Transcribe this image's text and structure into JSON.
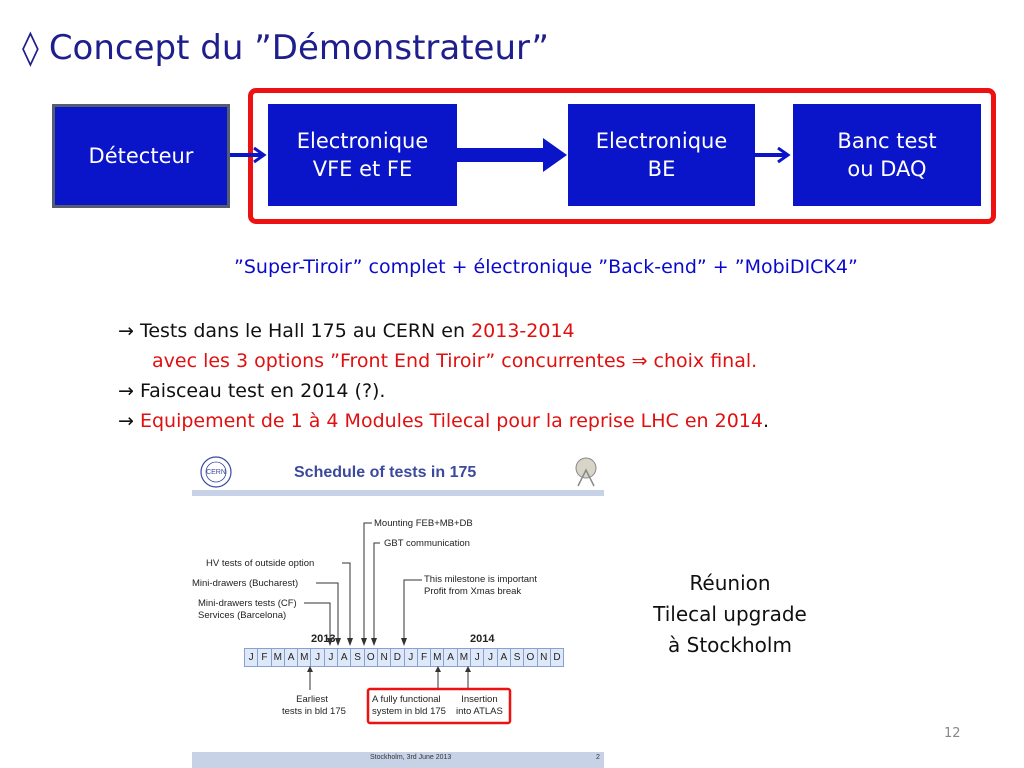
{
  "title": {
    "symbol": "◊",
    "text": "Concept du ”Démonstrateur”"
  },
  "boxes": {
    "detecteur": "Détecteur",
    "vfe_line1": "Electronique",
    "vfe_line2": "VFE et FE",
    "be_line1": "Electronique",
    "be_line2": "BE",
    "daq_line1": "Banc test",
    "daq_line2": "ou DAQ"
  },
  "caption": "”Super-Tiroir” complet + électronique ”Back-end”  + ”MobiDICK4”",
  "bullets": {
    "arrow": "→",
    "b1_text": "Tests dans le Hall 175 au CERN en ",
    "b1_red": "2013-2014",
    "b1_sub": "avec les 3 options ”Front End Tiroir” concurrentes ⇒ choix final.",
    "b2_text": "Faisceau test en 2014 (?).",
    "b3_red": "Equipement de 1 à 4 Modules Tilecal pour la reprise LHC en 2014",
    "b3_end": "."
  },
  "reunion": {
    "line1": "Réunion",
    "line2": "Tilecal upgrade",
    "line3": "à Stockholm"
  },
  "page_number": "12",
  "schedule": {
    "logo": "CERN",
    "title": "Schedule of tests in 175",
    "labels": {
      "mounting": "Mounting FEB+MB+DB",
      "gbt": "GBT communication",
      "hv": "HV tests of outside option",
      "mini_buch": "Mini-drawers (Bucharest)",
      "mini_cf": "Mini-drawers tests (CF)",
      "services": "Services (Barcelona)",
      "milestone1": "This milestone is important",
      "milestone2": "Profit from Xmas break",
      "earliest1": "Earliest",
      "earliest2": "tests in bld 175",
      "functional1": "A fully functional",
      "functional2": "system in bld 175",
      "insertion1": "Insertion",
      "insertion2": "into ATLAS"
    },
    "year1": "2013",
    "year2": "2014",
    "months": [
      "J",
      "F",
      "M",
      "A",
      "M",
      "J",
      "J",
      "A",
      "S",
      "O",
      "N",
      "D",
      "J",
      "F",
      "M",
      "A",
      "M",
      "J",
      "J",
      "A",
      "S",
      "O",
      "N",
      "D"
    ],
    "footer": "Stockholm, 3rd June 2013",
    "footer_page": "2"
  }
}
